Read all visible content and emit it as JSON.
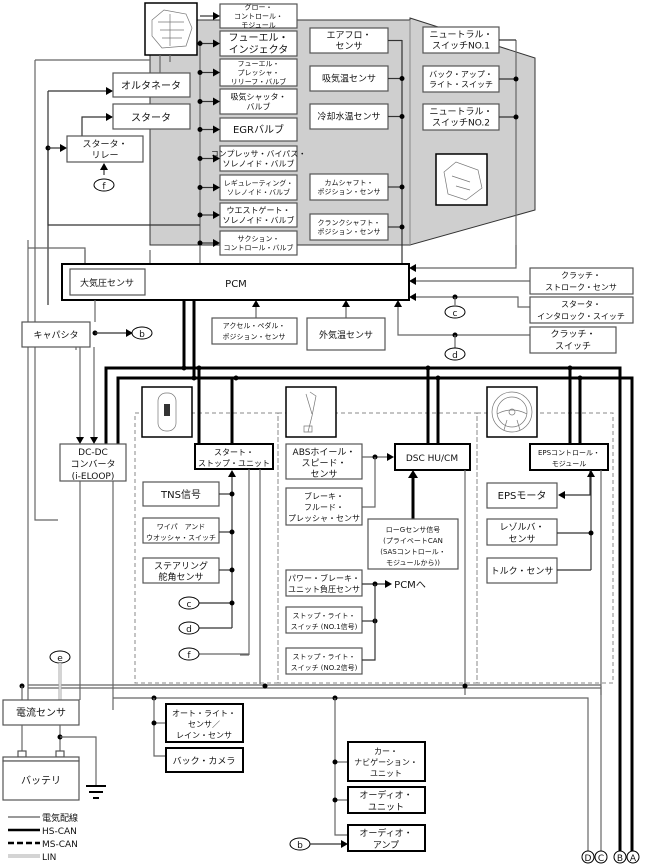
{
  "engine_group": {
    "actuators": [
      {
        "lines": [
          "グロー・",
          "コントロール・",
          "モジュール"
        ]
      },
      {
        "lines": [
          "フューエル・",
          "インジェクタ"
        ]
      },
      {
        "lines": [
          "フューエル・",
          "プレッシャ・",
          "リリーフ・バルブ"
        ]
      },
      {
        "lines": [
          "吸気シャッタ・",
          "バルブ"
        ]
      },
      {
        "lines": [
          "EGRバルブ"
        ]
      },
      {
        "lines": [
          "コンプレッサ・バイパス・",
          "ソレノイド・バルブ"
        ]
      },
      {
        "lines": [
          "レギュレーティング・",
          "ソレノイド・バルブ"
        ]
      },
      {
        "lines": [
          "ウエストゲート・",
          "ソレノイド・バルブ"
        ]
      },
      {
        "lines": [
          "サクション・",
          "コントロール・バルブ"
        ]
      }
    ],
    "sensors": [
      {
        "lines": [
          "エアフロ・",
          "センサ"
        ]
      },
      {
        "lines": [
          "吸気温センサ"
        ]
      },
      {
        "lines": [
          "冷却水温センサ"
        ]
      },
      {
        "lines": [
          "カムシャフト・",
          "ポジション・センサ"
        ]
      },
      {
        "lines": [
          "クランクシャフト・",
          "ポジション・センサ"
        ]
      }
    ],
    "transmission_switches": [
      {
        "lines": [
          "ニュートラル・",
          "スイッチNO.1"
        ]
      },
      {
        "lines": [
          "バック・アップ・",
          "ライト・スイッチ"
        ]
      },
      {
        "lines": [
          "ニュートラル・",
          "スイッチNO.2"
        ]
      }
    ]
  },
  "left_group": {
    "alternator": "オルタネータ",
    "starter": "スタータ",
    "starter_relay": [
      "スタータ・",
      "リレー"
    ],
    "capacitor": "キャパシタ",
    "dcdc": [
      "DC-DC",
      "コンバータ",
      "(i-ELOOP)"
    ]
  },
  "pcm": {
    "label": "PCM",
    "baro_sensor": "大気圧センサ",
    "inputs": {
      "accel_pedal": [
        "アクセル・ペダル・",
        "ポジション・センサ"
      ],
      "ambient_temp": "外気温センサ",
      "clutch_stroke": [
        "クラッチ・",
        "ストローク・センサ"
      ],
      "starter_interlock": [
        "スタータ・",
        "インタロック・スイッチ"
      ],
      "clutch_switch": [
        "クラッチ・",
        "スイッチ"
      ]
    }
  },
  "start_stop_group": {
    "unit": [
      "スタート・",
      "ストップ・ユニット"
    ],
    "tns": "TNS信号",
    "wiper": [
      "ワイパ　アンド",
      "ウオッシャ・スイッチ"
    ],
    "steering": [
      "ステアリング",
      "舵角センサ"
    ]
  },
  "dsc_group": {
    "unit": "DSC HU/CM",
    "abs": [
      "ABSホイール・",
      "スピード・",
      "センサ"
    ],
    "brake_fluid": [
      "ブレーキ・",
      "フルード・",
      "プレッシャ・センサ"
    ],
    "low_g": [
      "ローGセンサ信号",
      "(プライベートCAN",
      "(SASコントロール・",
      "モジュールから))"
    ],
    "power_brake": [
      "パワー・ブレーキ・",
      "ユニット負圧センサ"
    ],
    "to_pcm": "PCMへ",
    "stop_light_1": [
      "ストップ・ライト・",
      "スイッチ (NO.1信号)"
    ],
    "stop_light_2": [
      "ストップ・ライト・",
      "スイッチ (NO.2信号)"
    ]
  },
  "eps_group": {
    "unit": [
      "EPSコントロール・",
      "モジュール"
    ],
    "motor": "EPSモータ",
    "resolver": [
      "レゾルバ・",
      "センサ"
    ],
    "torque": "トルク・センサ"
  },
  "bottom": {
    "current_sensor": "電流センサ",
    "battery": "バッテリ",
    "auto_light": [
      "オート・ライト・",
      "センサ／",
      "レイン・センサ"
    ],
    "back_camera": "バック・カメラ",
    "car_nav": [
      "カー・",
      "ナビゲーション・",
      "ユニット"
    ],
    "audio_unit": [
      "オーディオ・",
      "ユニット"
    ],
    "audio_amp": [
      "オーディオ・",
      "アンプ"
    ]
  },
  "connectors": {
    "b": "b",
    "c": "c",
    "d": "d",
    "e": "e",
    "f": "f",
    "A": "A",
    "B": "B",
    "C": "C",
    "D": "D"
  },
  "legend": [
    {
      "style": "wire",
      "label": "電気配線"
    },
    {
      "style": "hs-can",
      "label": "HS-CAN"
    },
    {
      "style": "ms-can",
      "label": "MS-CAN"
    },
    {
      "style": "lin",
      "label": "LIN"
    }
  ]
}
